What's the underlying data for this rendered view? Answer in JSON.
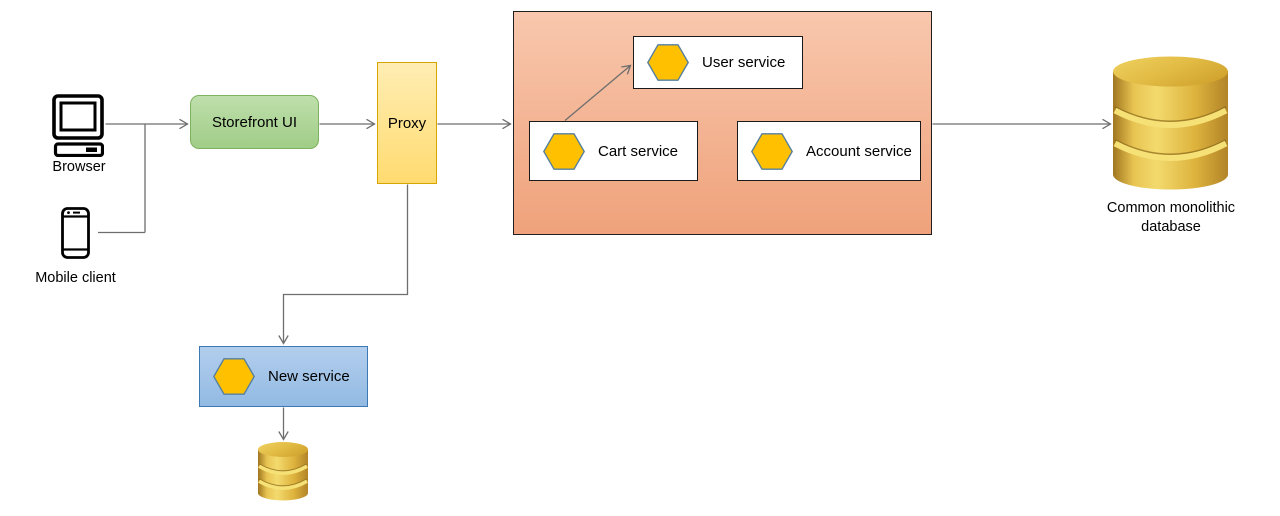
{
  "diagram": {
    "type": "architecture-flow-diagram",
    "nodes": {
      "browser": {
        "label": "Browser",
        "icon": "desktop-computer-icon"
      },
      "mobile_client": {
        "label": "Mobile client",
        "icon": "smartphone-icon"
      },
      "storefront_ui": {
        "label": "Storefront UI"
      },
      "proxy": {
        "label": "Proxy"
      },
      "user_service": {
        "label": "User service",
        "icon": "hexagon-service-icon"
      },
      "cart_service": {
        "label": "Cart service",
        "icon": "hexagon-service-icon"
      },
      "account_service": {
        "label": "Account service",
        "icon": "hexagon-service-icon"
      },
      "new_service": {
        "label": "New service",
        "icon": "hexagon-service-icon"
      },
      "common_db": {
        "label": "Common monolithic database",
        "icon": "database-cylinder-icon"
      },
      "new_service_db": {
        "label": "",
        "icon": "database-cylinder-icon"
      }
    },
    "edges": [
      {
        "from": "browser",
        "to": "storefront_ui"
      },
      {
        "from": "mobile_client",
        "to": "storefront_ui"
      },
      {
        "from": "storefront_ui",
        "to": "proxy"
      },
      {
        "from": "proxy",
        "to": "services_container"
      },
      {
        "from": "services_container",
        "to": "common_db"
      },
      {
        "from": "cart_service",
        "to": "user_service"
      },
      {
        "from": "proxy",
        "to": "new_service"
      },
      {
        "from": "new_service",
        "to": "new_service_db"
      }
    ],
    "colors": {
      "storefront_fill": "#AFD597",
      "storefront_border": "#7EB25E",
      "proxy_fill": "#FFE492",
      "proxy_border": "#D9A300",
      "container_fill": "#F4B594",
      "container_border": "#1F1F1F",
      "service_box_fill": "#FFFFFF",
      "service_box_border": "#1A1A1A",
      "new_service_fill": "#A3C4E8",
      "new_service_border": "#3C78B4",
      "hexagon_fill": "#FFC000",
      "hexagon_border": "#56809E",
      "database_gold": "#D9AF3C",
      "connector": "#6E6E6E"
    }
  }
}
